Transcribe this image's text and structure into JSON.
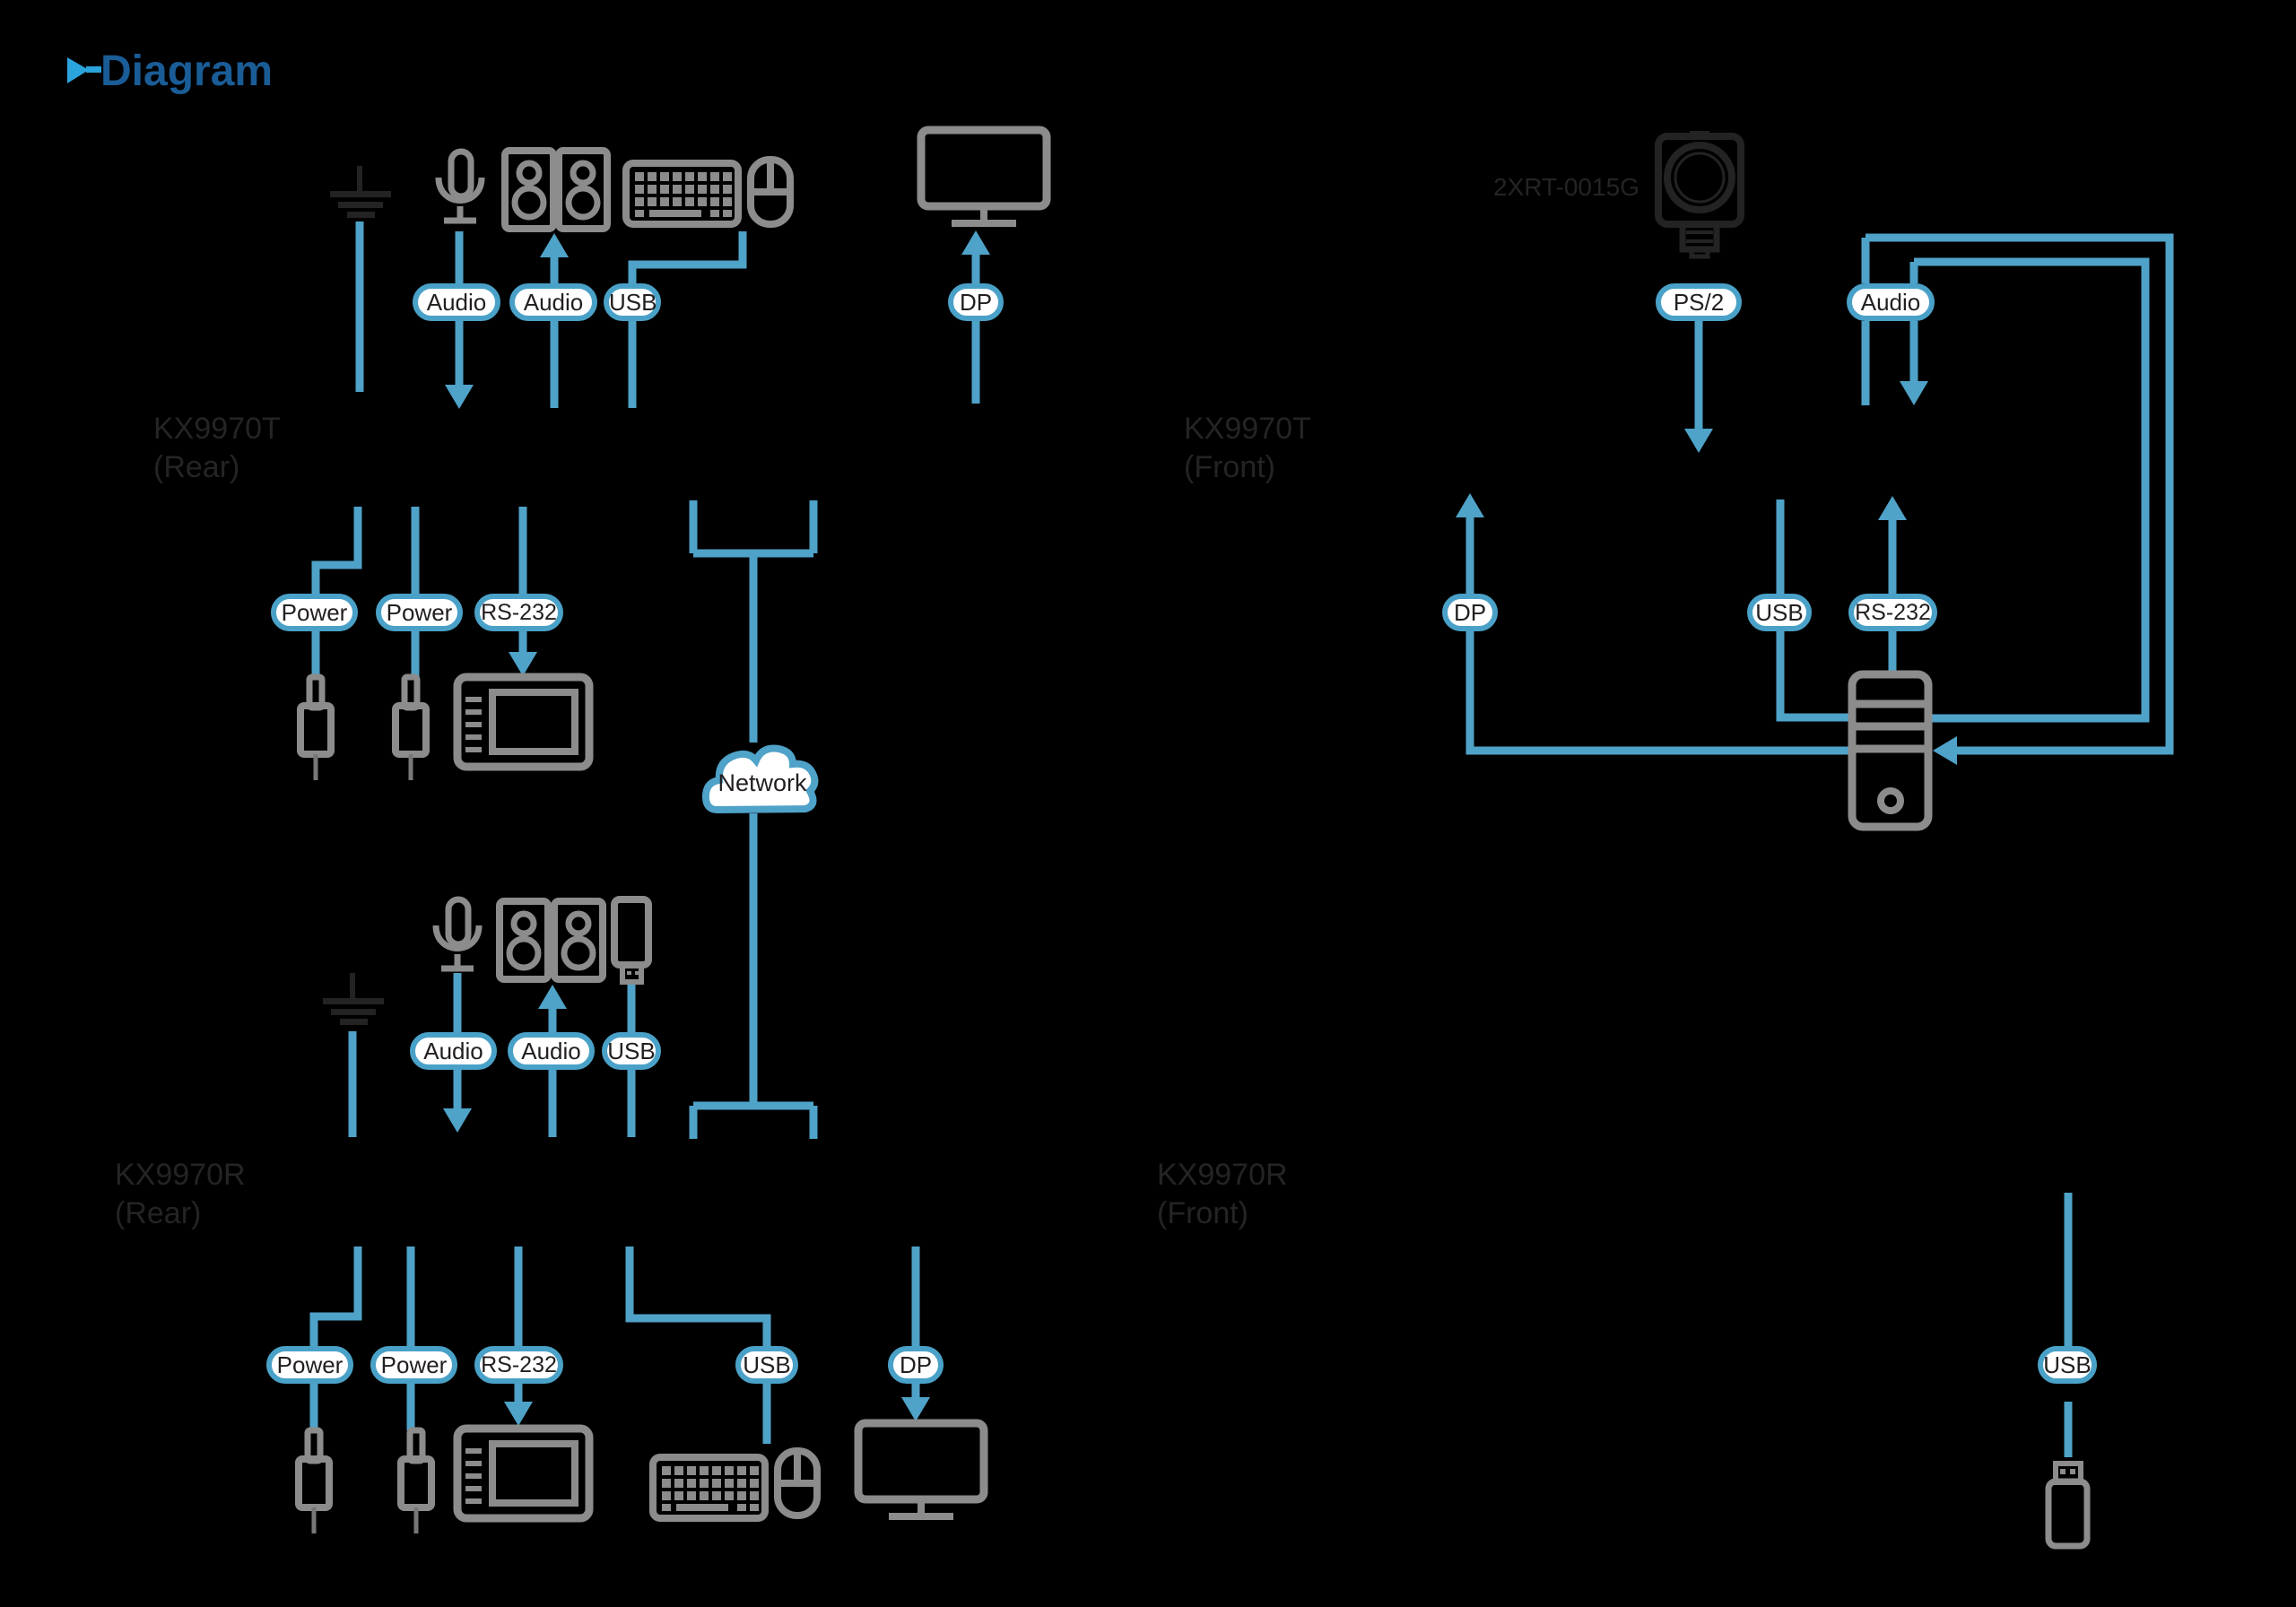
{
  "title": {
    "text": "Diagram",
    "marker_icon": "right-arrow-marker"
  },
  "colors": {
    "bg": "#000000",
    "line_blue": "#4FA2C8",
    "pill_border": "#4AA1C8",
    "pill_bg": "#FFFFFF",
    "pill_text": "#231F20",
    "icon_gray": "#8C8C8C",
    "dark": "#232323",
    "label_dark": "#242424",
    "title_blue": "#1A5C96",
    "title_arrow": "#2BA3DC",
    "plug_tail": "#777777"
  },
  "pill_labels": {
    "audio": "Audio",
    "usb": "USB",
    "dp": "DP",
    "ps2": "PS/2",
    "power": "Power",
    "rs232": "RS-232"
  },
  "device_labels": {
    "kx9970t": "KX9970T",
    "kx9970r": "KX9970R",
    "rear": "(Rear)",
    "front": "(Front)",
    "accessory_model": "2XRT-0015G"
  },
  "network": {
    "label": "Network"
  },
  "icons": {
    "title_marker": "right-arrow-marker",
    "microphone": "mic-outline",
    "speakers": "speaker-pair-outline",
    "keyboard": "keyboard-outline",
    "mouse": "mouse-outline",
    "monitor": "monitor-outline",
    "ground": "ground-symbol",
    "power_plug": "dc-plug-outline",
    "serial_terminal": "serial-device-outline",
    "network_cloud": "cloud-outline",
    "desktop_tower": "tower-pc-outline",
    "usb_receiver": "usb-dongle-outline",
    "usb_flash_drive": "usb-flash-drive-outline",
    "camera_2xrt": "camera-module-outline"
  }
}
